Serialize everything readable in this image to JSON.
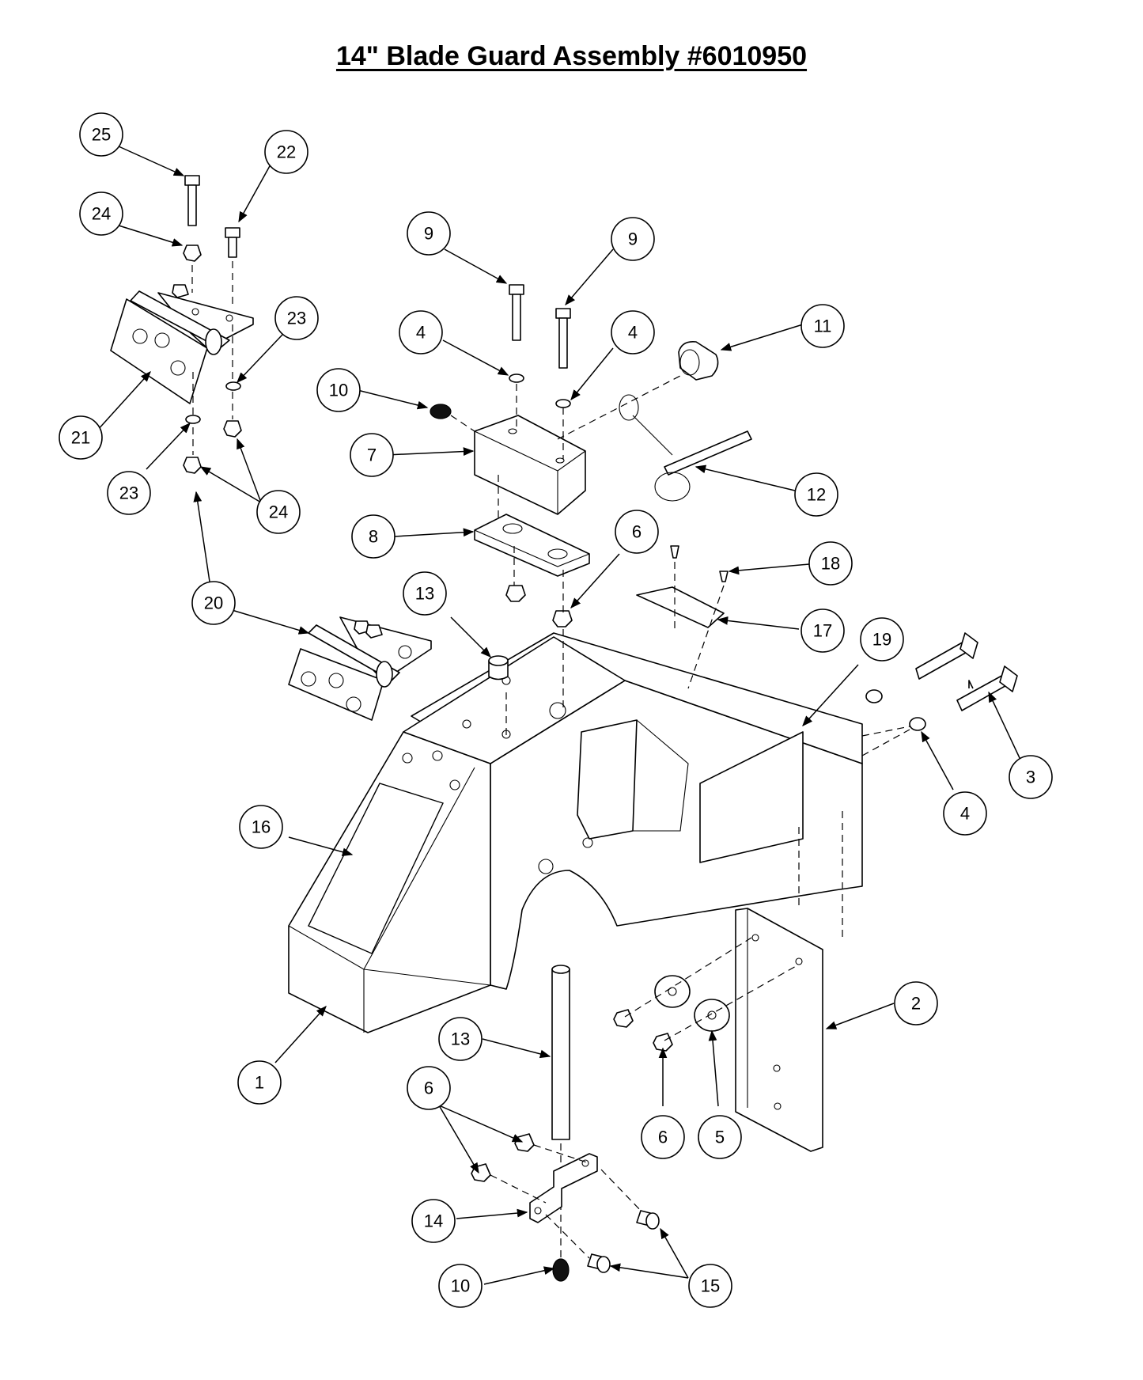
{
  "title": "14\" Blade Guard Assembly #6010950",
  "callouts": [
    "25",
    "22",
    "24",
    "23",
    "21",
    "23",
    "24",
    "20",
    "9",
    "9",
    "4",
    "4",
    "11",
    "10",
    "7",
    "12",
    "8",
    "6",
    "13",
    "18",
    "17",
    "19",
    "3",
    "4",
    "16",
    "2",
    "13",
    "1",
    "6",
    "6",
    "5",
    "14",
    "10",
    "15"
  ]
}
